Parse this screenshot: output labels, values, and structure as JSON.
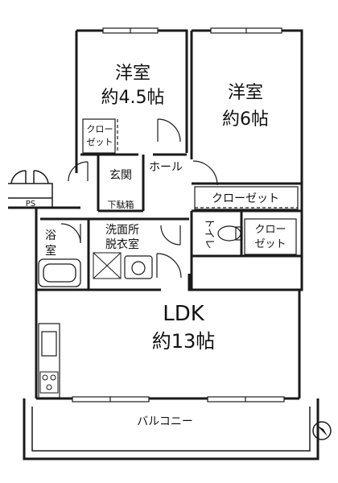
{
  "rooms": {
    "western_small": {
      "line1": "洋室",
      "line2": "約4.5帖"
    },
    "western_large": {
      "line1": "洋室",
      "line2": "約6帖"
    },
    "ldk": {
      "line1": "LDK",
      "line2": "約13帖"
    },
    "closet_small": {
      "line1": "クロー",
      "line2": "ゼット"
    },
    "closet_wide": "クローゼット",
    "closet_right": {
      "line1": "クロー",
      "line2": "ゼット"
    },
    "entrance": "玄関",
    "hall": "ホール",
    "shoe_box": "下駄箱",
    "washroom": {
      "line1": "洗面所",
      "line2": "脱衣室"
    },
    "bath": {
      "line1": "浴",
      "line2": "室"
    },
    "toilet": "トイレ",
    "balcony": "バルコニー",
    "ps": "PS"
  },
  "icons": [
    "compass-icon",
    "toilet-icon",
    "sink-icon",
    "bathtub-icon",
    "stove-icon",
    "door-swing-icon"
  ]
}
